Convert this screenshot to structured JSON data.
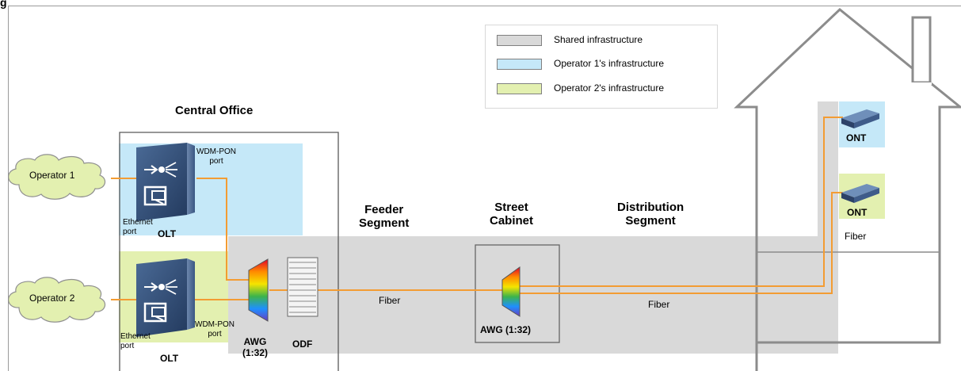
{
  "figure_label": "g",
  "colors": {
    "shared": "#d9d9d9",
    "operator1": "#c5e8f8",
    "operator2": "#e3f0b0",
    "fiber": "#f39c33"
  },
  "legend": {
    "shared": "Shared infrastructure",
    "operator1": "Operator 1's infrastructure",
    "operator2": "Operator 2's infrastructure"
  },
  "central_office": {
    "title": "Central Office"
  },
  "operators": {
    "op1": "Operator 1",
    "op2": "Operator 2"
  },
  "olt_top": {
    "wdm_port": "WDM-PON\nport",
    "eth_port": "Ethernet\nport",
    "label": "OLT"
  },
  "olt_bottom": {
    "wdm_port": "WDM-PON\nport",
    "eth_port": "Ethernet\nport",
    "label": "OLT"
  },
  "awg_co": {
    "label": "AWG\n(1:32)"
  },
  "odf": {
    "label": "ODF"
  },
  "segments": {
    "feeder": "Feeder\nSegment",
    "street_cabinet": "Street\nCabinet",
    "distribution": "Distribution\nSegment"
  },
  "awg_cabinet": {
    "label": "AWG (1:32)"
  },
  "fiber_labels": {
    "feeder": "Fiber",
    "distribution": "Fiber",
    "house": "Fiber"
  },
  "ont": {
    "top": "ONT",
    "bottom": "ONT"
  }
}
